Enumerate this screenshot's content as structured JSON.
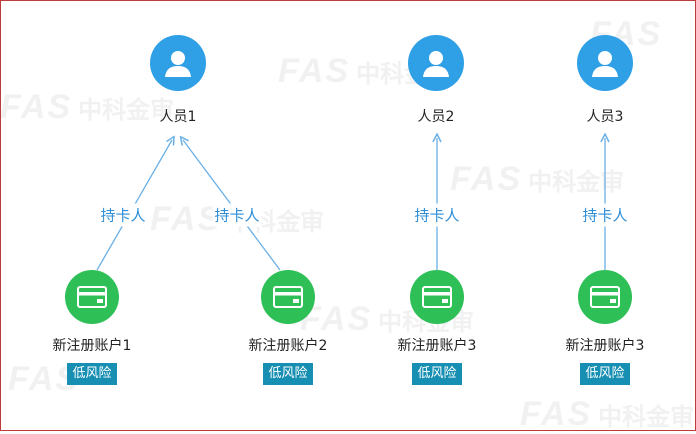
{
  "persons": [
    {
      "id": "p1",
      "label": "人员1",
      "icon": "user-icon"
    },
    {
      "id": "p2",
      "label": "人员2",
      "icon": "user-icon"
    },
    {
      "id": "p3",
      "label": "人员3",
      "icon": "user-icon"
    }
  ],
  "accounts": [
    {
      "id": "a1",
      "label": "新注册账户1",
      "risk": "低风险",
      "icon": "card-icon"
    },
    {
      "id": "a2",
      "label": "新注册账户2",
      "risk": "低风险",
      "icon": "card-icon"
    },
    {
      "id": "a3",
      "label": "新注册账户3",
      "risk": "低风险",
      "icon": "card-icon"
    },
    {
      "id": "a4",
      "label": "新注册账户3",
      "risk": "低风险",
      "icon": "card-icon"
    }
  ],
  "edges": [
    {
      "from": "a1",
      "to": "p1",
      "label": "持卡人"
    },
    {
      "from": "a2",
      "to": "p1",
      "label": "持卡人"
    },
    {
      "from": "a3",
      "to": "p2",
      "label": "持卡人"
    },
    {
      "from": "a4",
      "to": "p3",
      "label": "持卡人"
    }
  ],
  "watermark": {
    "brand": "FAS",
    "cn": "中科金审"
  },
  "colors": {
    "person": "#2f9fe6",
    "account": "#2fbf57",
    "edge": "#6ab0e6",
    "edge_label": "#2f8fd8",
    "risk_badge": "#178fb3",
    "frame": "#c0393b"
  }
}
